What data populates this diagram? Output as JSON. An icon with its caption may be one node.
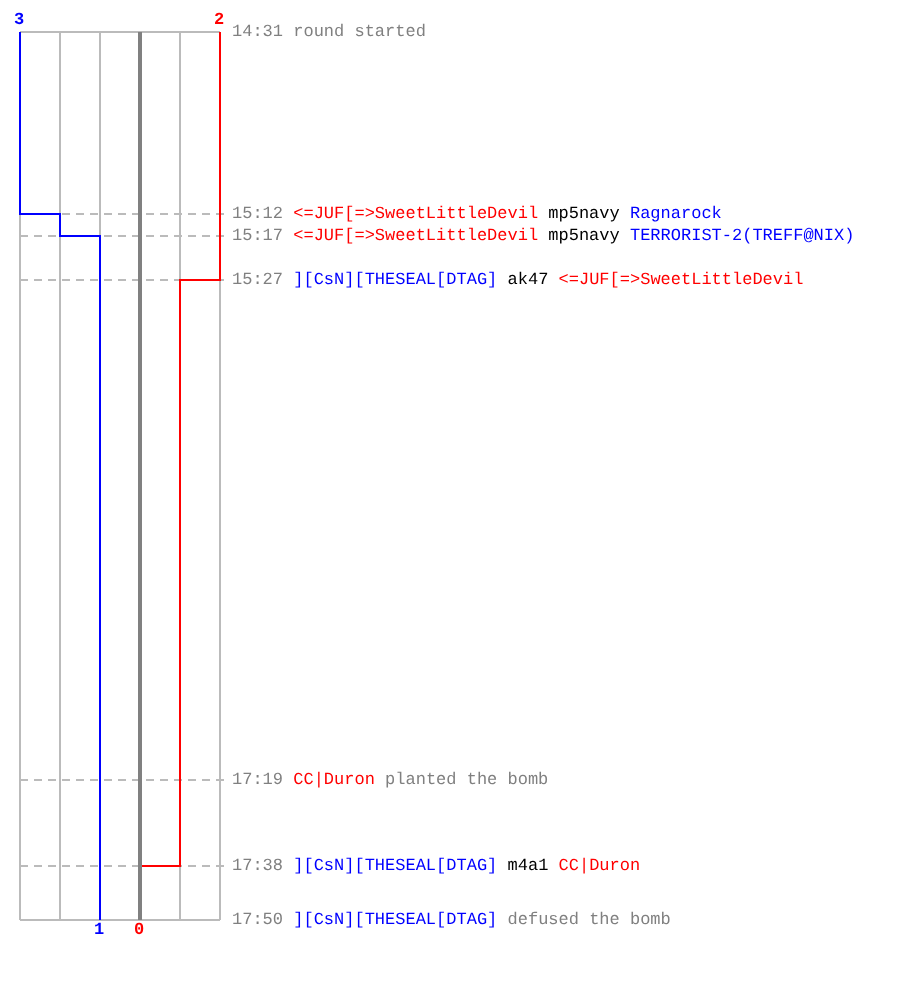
{
  "diagram": {
    "labels": [
      "3",
      "2",
      "14:31",
      "round started",
      "15:12",
      "<=JUF[=>SweetLittleDevil",
      "mp5navy",
      "Ragnarock",
      "15:17",
      "<=JUF[=>SweetLittleDevil",
      "mp5navy",
      "TERRORIST-2(TREFF@NIX)",
      "15:27",
      "][CsN][THESEAL[DTAG]",
      "ak47",
      "<=JUF[=>SweetLittleDevil",
      "17:19",
      "CC|Duron",
      "planted the bomb",
      "17:38",
      "][CsN][THESEAL[DTAG]",
      "m4a1",
      "CC|Duron",
      "17:50",
      "][CsN][THESEAL[DTAG]",
      "defused the bomb",
      "1",
      "0"
    ]
  }
}
